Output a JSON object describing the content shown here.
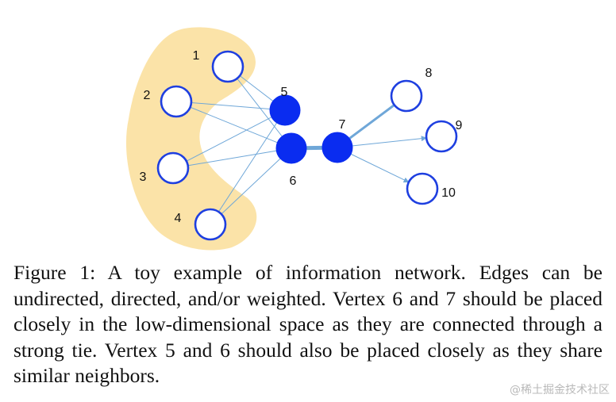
{
  "figure": {
    "colors": {
      "cluster_fill": "#fbe3a8",
      "vertex_stroke": "#1e3fe0",
      "vertex_fill_filled": "#0a2cf0",
      "edge": "#6fa7d8"
    },
    "vertices": [
      {
        "id": "1",
        "label": "1",
        "filled": false
      },
      {
        "id": "2",
        "label": "2",
        "filled": false
      },
      {
        "id": "3",
        "label": "3",
        "filled": false
      },
      {
        "id": "4",
        "label": "4",
        "filled": false
      },
      {
        "id": "5",
        "label": "5",
        "filled": true
      },
      {
        "id": "6",
        "label": "6",
        "filled": true
      },
      {
        "id": "7",
        "label": "7",
        "filled": true
      },
      {
        "id": "8",
        "label": "8",
        "filled": false
      },
      {
        "id": "9",
        "label": "9",
        "filled": false
      },
      {
        "id": "10",
        "label": "10",
        "filled": false
      }
    ],
    "edges": [
      {
        "from": "1",
        "to": "5",
        "type": "undirected",
        "weight": 1
      },
      {
        "from": "1",
        "to": "6",
        "type": "undirected",
        "weight": 1
      },
      {
        "from": "2",
        "to": "5",
        "type": "undirected",
        "weight": 1
      },
      {
        "from": "2",
        "to": "6",
        "type": "undirected",
        "weight": 1
      },
      {
        "from": "3",
        "to": "5",
        "type": "undirected",
        "weight": 1
      },
      {
        "from": "3",
        "to": "6",
        "type": "undirected",
        "weight": 1
      },
      {
        "from": "4",
        "to": "5",
        "type": "undirected",
        "weight": 1
      },
      {
        "from": "4",
        "to": "6",
        "type": "undirected",
        "weight": 1
      },
      {
        "from": "6",
        "to": "7",
        "type": "undirected",
        "weight": 5
      },
      {
        "from": "7",
        "to": "8",
        "type": "undirected",
        "weight": 3
      },
      {
        "from": "7",
        "to": "9",
        "type": "directed",
        "weight": 1
      },
      {
        "from": "7",
        "to": "10",
        "type": "directed",
        "weight": 1
      }
    ]
  },
  "caption": {
    "text": "Figure 1: A toy example of information network. Edges can be undirected, directed, and/or weighted. Vertex 6 and 7 should be placed closely in the low-dimensional space as they are connected through a strong tie. Vertex 5 and 6 should also be placed closely as they share similar neighbors."
  },
  "watermark": {
    "text": "@稀土掘金技术社区"
  }
}
